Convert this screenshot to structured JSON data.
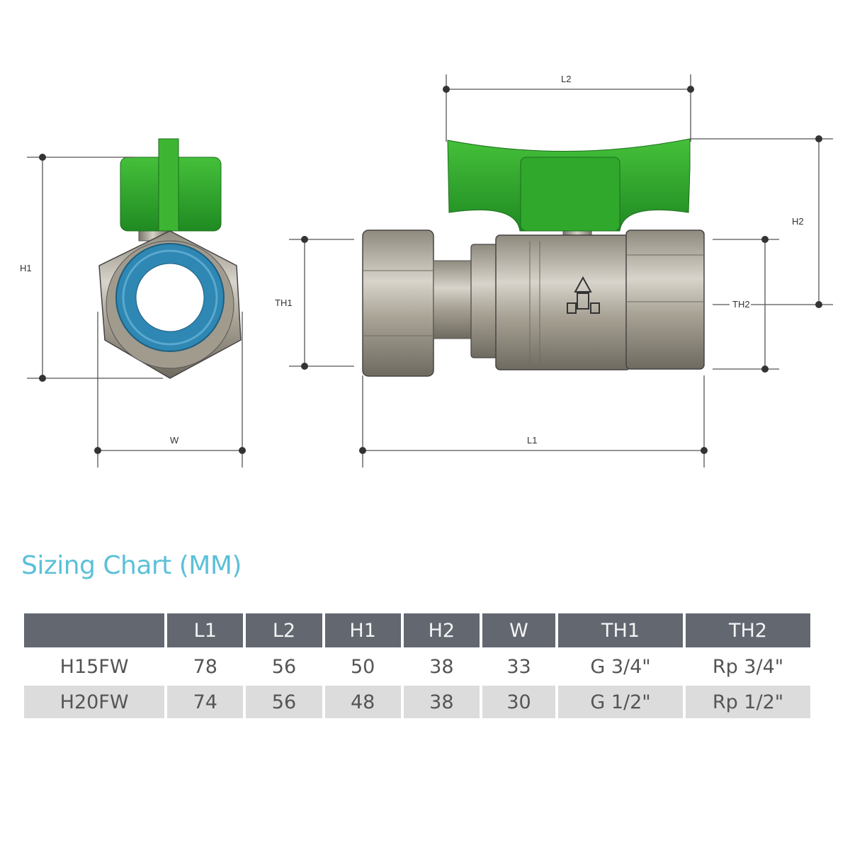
{
  "dimension_labels": {
    "h1": "H1",
    "w": "W",
    "l2": "L2",
    "h2": "H2",
    "th1": "TH1",
    "th2": "TH2",
    "l1": "L1"
  },
  "sizing_chart": {
    "title": "Sizing Chart (MM)",
    "headers": [
      "",
      "L1",
      "L2",
      "H1",
      "H2",
      "W",
      "TH1",
      "TH2"
    ],
    "rows": [
      [
        "H15FW",
        "78",
        "56",
        "50",
        "38",
        "33",
        "G 3/4\"",
        "Rp 3/4\""
      ],
      [
        "H20FW",
        "74",
        "56",
        "48",
        "38",
        "30",
        "G 1/2\"",
        "Rp 1/2\""
      ]
    ]
  },
  "colors": {
    "handle": "#2fa52a",
    "body": "#b7b2a6",
    "seal": "#2f87b3",
    "title": "#5bc0d8",
    "header_bg": "#626770"
  }
}
